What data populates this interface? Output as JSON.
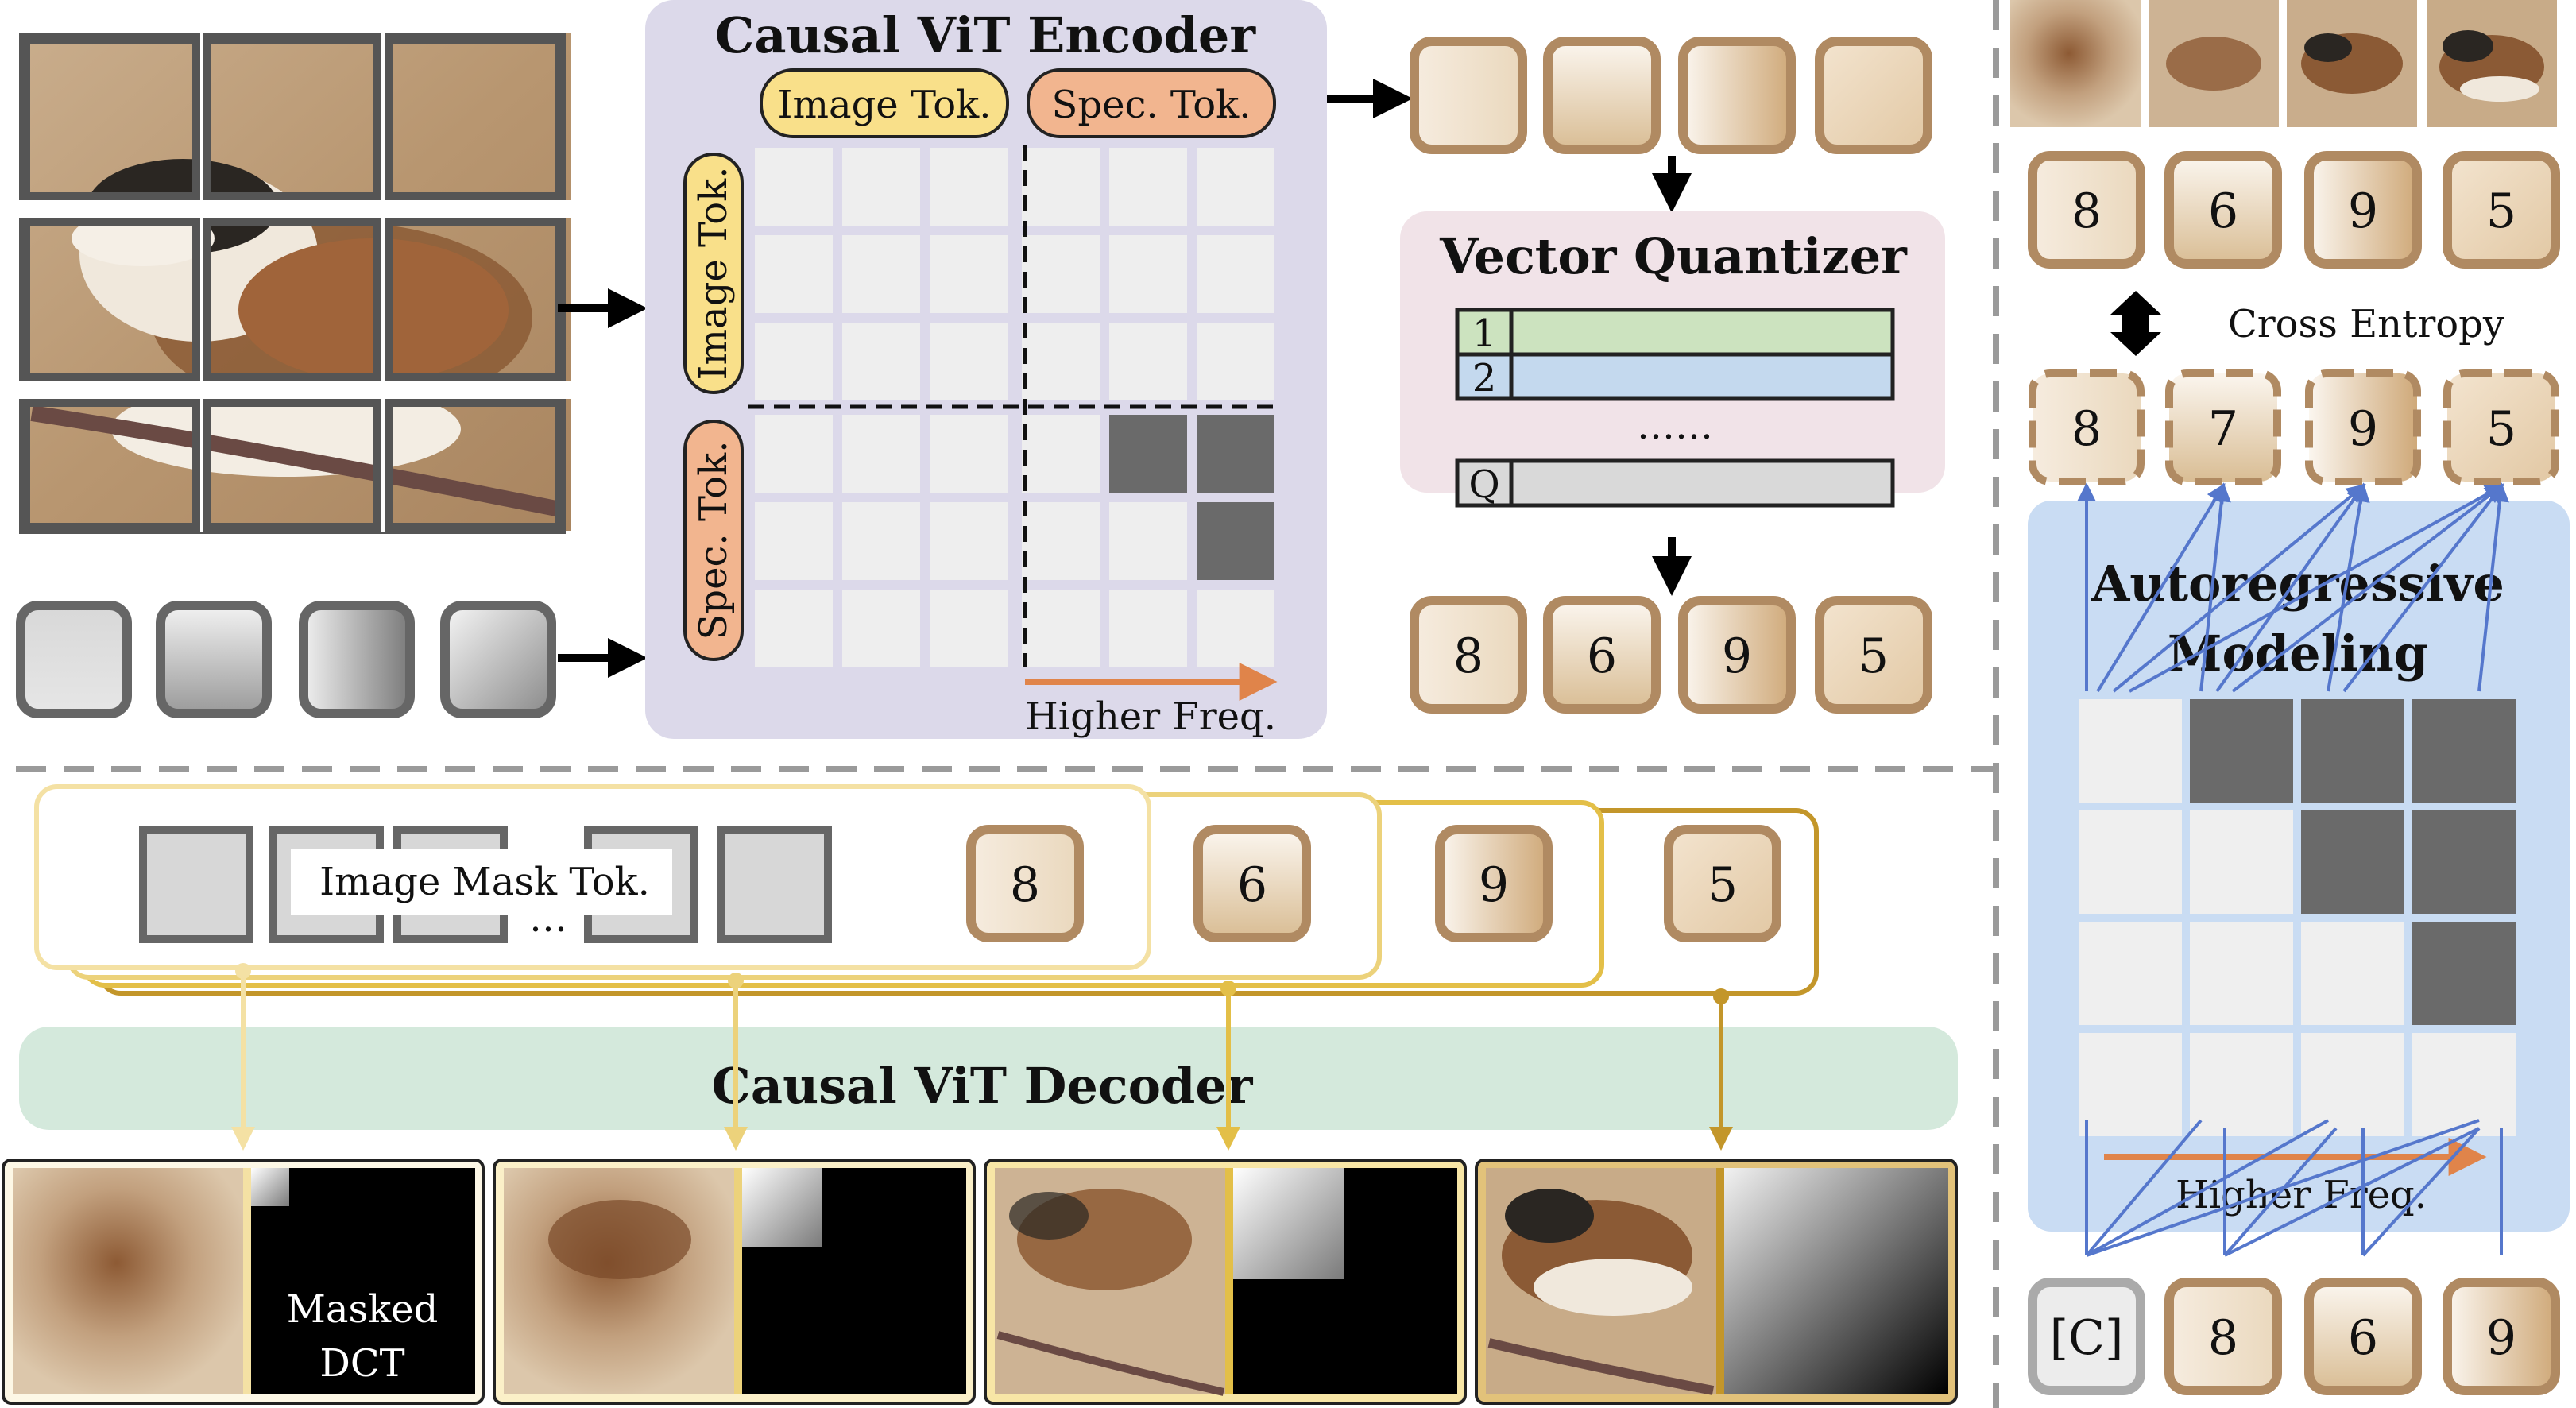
{
  "encoder": {
    "title": "Causal ViT Encoder",
    "image_tok_label": "Image Tok.",
    "spec_tok_label": "Spec. Tok.",
    "row_image_tok_label": "Image Tok.",
    "row_spec_tok_label": "Spec. Tok.",
    "higher_freq": "Higher Freq."
  },
  "quantizer": {
    "title": "Vector Quantizer",
    "rows": [
      "1",
      "2",
      "Q"
    ],
    "ellipsis": "……",
    "codes": [
      "8",
      "6",
      "9",
      "5"
    ]
  },
  "decoder": {
    "title": "Causal ViT Decoder",
    "mask_label": "Image Mask Tok.",
    "ellipsis": "…",
    "tokens": [
      "8",
      "6",
      "9",
      "5"
    ],
    "masked_dct_line1": "Masked",
    "masked_dct_line2": "DCT"
  },
  "ar": {
    "target_codes": [
      "8",
      "6",
      "9",
      "5"
    ],
    "loss_label": "Cross Entropy",
    "predicted_codes": [
      "8",
      "7",
      "9",
      "5"
    ],
    "title_line1": "Autoregressive",
    "title_line2": "Modeling",
    "higher_freq": "Higher Freq.",
    "input_tokens": [
      "[C]",
      "8",
      "6",
      "9"
    ]
  },
  "colors": {
    "encoder_bg": "#dcd9ea",
    "quantizer_bg": "#f1e3e8",
    "decoder_bg": "#d4e9dc",
    "ar_bg": "#c9dcf3",
    "token_border": "#b08a62",
    "image_tok_pill": "#f9e08a",
    "spec_tok_pill": "#f2b58f",
    "codebook_green": "#cce3bf",
    "codebook_blue": "#c4d9ee",
    "arrow_orange": "#e0844a",
    "ar_lines": "#5577cc"
  }
}
